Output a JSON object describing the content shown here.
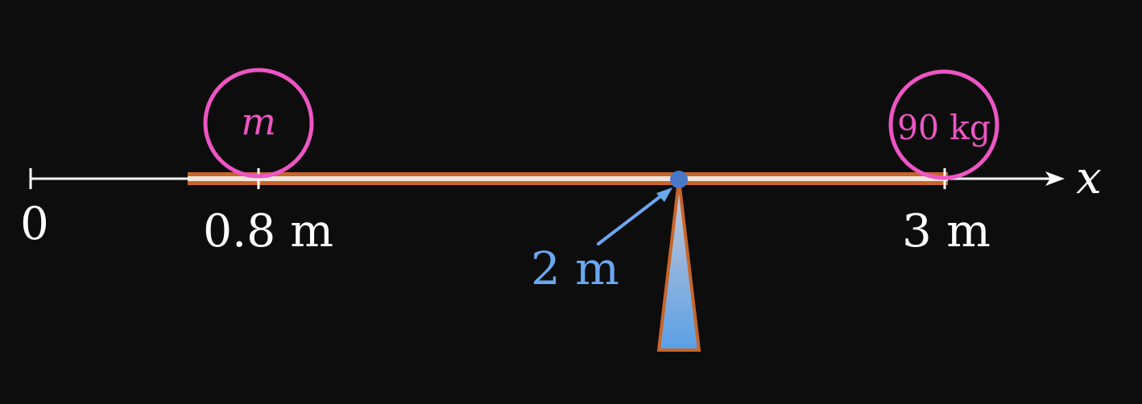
{
  "axis": {
    "var_label": "x",
    "origin_label": "0",
    "tick_labels": [
      "0.8 m",
      "3 m"
    ]
  },
  "masses": {
    "left_label": "m",
    "right_label": "90 kg"
  },
  "pivot": {
    "label": "2 m"
  },
  "colors": {
    "background": "#0d0d0d",
    "axis": "#ffffff",
    "beam_outline": "#c8652a",
    "beam_fill": "#f1e7dc",
    "mass_circle": "#ee55c4",
    "pivot_label": "#6aa8f0",
    "pivot_dot": "#4a78c8",
    "fulcrum_top": "#c9c9d6",
    "fulcrum_bottom": "#5aa0e6"
  }
}
